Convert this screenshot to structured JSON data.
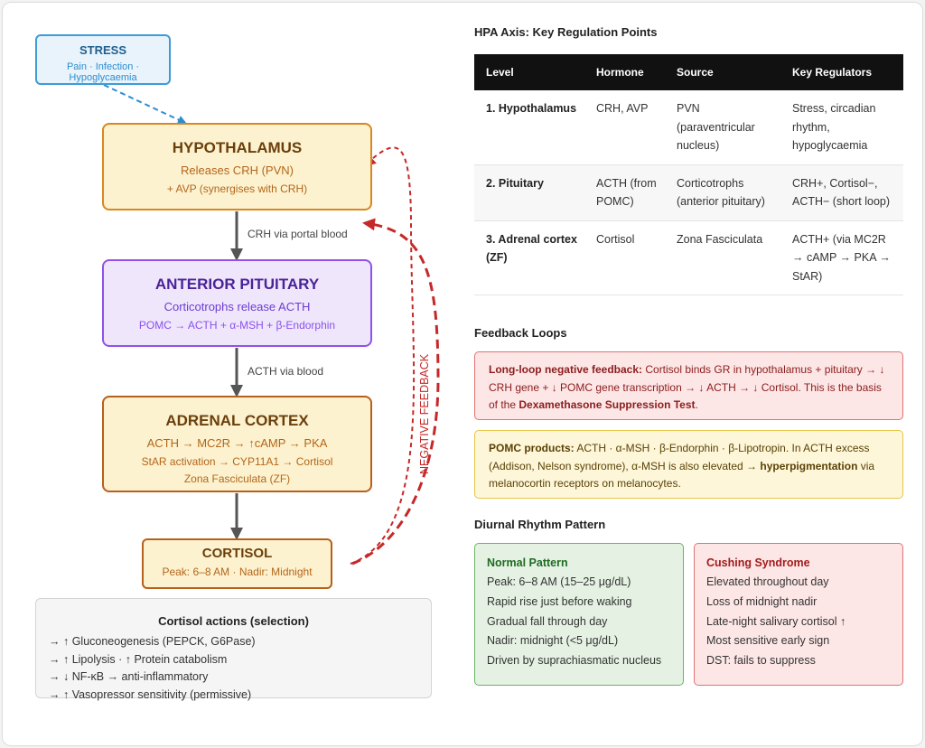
{
  "diagram": {
    "stress": {
      "title": "STRESS",
      "subtitle": "Pain · Infection · Hypoglycaemia"
    },
    "hypothalamus": {
      "title": "HYPOTHALAMUS",
      "line1": "Releases CRH (PVN)",
      "line2": "+ AVP (synergises with CRH)"
    },
    "pituitary": {
      "title": "ANTERIOR PITUITARY",
      "line1": "Corticotrophs release ACTH",
      "line2": "POMC → ACTH + α-MSH + β-Endorphin"
    },
    "adrenal": {
      "title": "ADRENAL CORTEX",
      "line1": "ACTH → MC2R → ↑cAMP → PKA",
      "line2": "StAR activation → CYP11A1 → Cortisol",
      "line3": "Zona Fasciculata (ZF)"
    },
    "cortisol": {
      "title": "CORTISOL",
      "line1": "Peak: 6–8 AM · Nadir: Midnight"
    },
    "edge_crh": "CRH via portal blood",
    "edge_acth": "ACTH via blood",
    "feedback_label": "NEGATIVE FEEDBACK",
    "colors": {
      "stress_arrow": "#2b8ed0",
      "main_arrow": "#555555",
      "feedback": "#c62828"
    }
  },
  "actions": {
    "title": "Cortisol actions (selection)",
    "items": [
      "→ ↑ Gluconeogenesis (PEPCK, G6Pase)",
      "→ ↑ Lipolysis · ↑ Protein catabolism",
      "→ ↓ NF-κB → anti-inflammatory",
      "→ ↑ Vasopressor sensitivity (permissive)"
    ]
  },
  "table": {
    "title": "HPA Axis: Key Regulation Points",
    "headers": [
      "Level",
      "Hormone",
      "Source",
      "Key Regulators"
    ],
    "rows": [
      [
        "1. Hypothalamus",
        "CRH, AVP",
        "PVN (paraventricular nucleus)",
        "Stress, circadian rhythm, hypoglycaemia"
      ],
      [
        "2. Pituitary",
        "ACTH (from POMC)",
        "Corticotrophs (anterior pituitary)",
        "CRH+, Cortisol−, ACTH− (short loop)"
      ],
      [
        "3. Adrenal cortex (ZF)",
        "Cortisol",
        "Zona Fasciculata",
        "ACTH+ (via MC2R → cAMP → PKA → StAR)"
      ]
    ]
  },
  "feedback": {
    "title": "Feedback Loops",
    "long_loop": {
      "label": "Long-loop negative feedback:",
      "text": " Cortisol binds GR in hypothalamus + pituitary → ↓ CRH gene + ↓ POMC gene transcription → ↓ ACTH → ↓ Cortisol. This is the basis of the ",
      "bold": "Dexamethasone Suppression Test",
      "end": "."
    },
    "pomc": {
      "label": "POMC products:",
      "text": " ACTH · α-MSH · β-Endorphin · β-Lipotropin. In ACTH excess (Addison, Nelson syndrome), α-MSH is also elevated → ",
      "bold": "hyperpigmentation",
      "end": " via melanocortin receptors on melanocytes."
    }
  },
  "rhythm": {
    "title": "Diurnal Rhythm Pattern",
    "normal": {
      "title": "Normal Pattern",
      "items": [
        "Peak: 6–8 AM (15–25 μg/dL)",
        "Rapid rise just before waking",
        "Gradual fall through day",
        "Nadir: midnight (<5 μg/dL)",
        "Driven by suprachiasmatic nucleus"
      ]
    },
    "cushing": {
      "title": "Cushing Syndrome",
      "items": [
        "Elevated throughout day",
        "Loss of midnight nadir",
        "Late-night salivary cortisol ↑",
        "Most sensitive early sign",
        "DST: fails to suppress"
      ]
    }
  }
}
